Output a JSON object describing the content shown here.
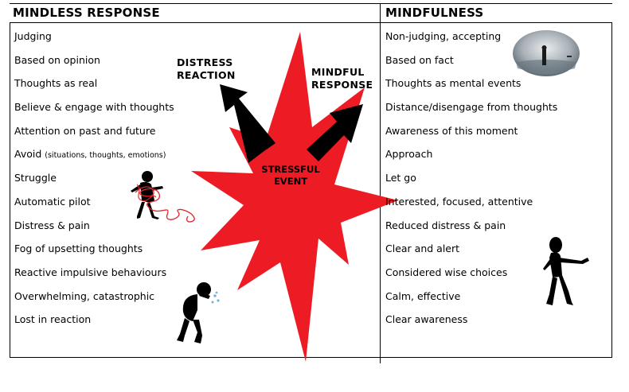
{
  "left_column": {
    "heading": "MINDLESS RESPONSE",
    "items": [
      {
        "text": "Judging"
      },
      {
        "text": "Based on opinion"
      },
      {
        "text": "Thoughts as real"
      },
      {
        "text": "Believe & engage with thoughts"
      },
      {
        "text": "Attention on past and future"
      },
      {
        "text": "Avoid",
        "note": "(situations, thoughts, emotions)"
      },
      {
        "text": "Struggle"
      },
      {
        "text": "Automatic pilot"
      },
      {
        "text": "Distress & pain"
      },
      {
        "text": "Fog of upsetting thoughts"
      },
      {
        "text": "Reactive impulsive behaviours"
      },
      {
        "text": "Overwhelming, catastrophic"
      },
      {
        "text": "Lost in reaction"
      }
    ]
  },
  "right_column": {
    "heading": "MINDFULNESS",
    "items": [
      {
        "text": "Non-judging, accepting"
      },
      {
        "text": "Based on fact"
      },
      {
        "text": "Thoughts as mental events"
      },
      {
        "text": "Distance/disengage from thoughts"
      },
      {
        "text": "Awareness of this moment"
      },
      {
        "text": "Approach"
      },
      {
        "text": "Let go"
      },
      {
        "text": "Interested, focused, attentive"
      },
      {
        "text": "Reduced distress & pain"
      },
      {
        "text": "Clear and alert"
      },
      {
        "text": "Considered wise choices"
      },
      {
        "text": "Calm, effective"
      },
      {
        "text": "Clear awareness"
      }
    ]
  },
  "center": {
    "distress_label": [
      "DISTRESS",
      "REACTION"
    ],
    "mindful_label": [
      "MINDFUL",
      "RESPONSE"
    ],
    "event_label": [
      "STRESSFUL",
      "EVENT"
    ],
    "burst_color": "#ed1c24",
    "arrow_color": "#000000"
  },
  "illustrations": [
    "tangled-figure",
    "weeping-figure",
    "misty-lake-photo",
    "walking-figure"
  ]
}
